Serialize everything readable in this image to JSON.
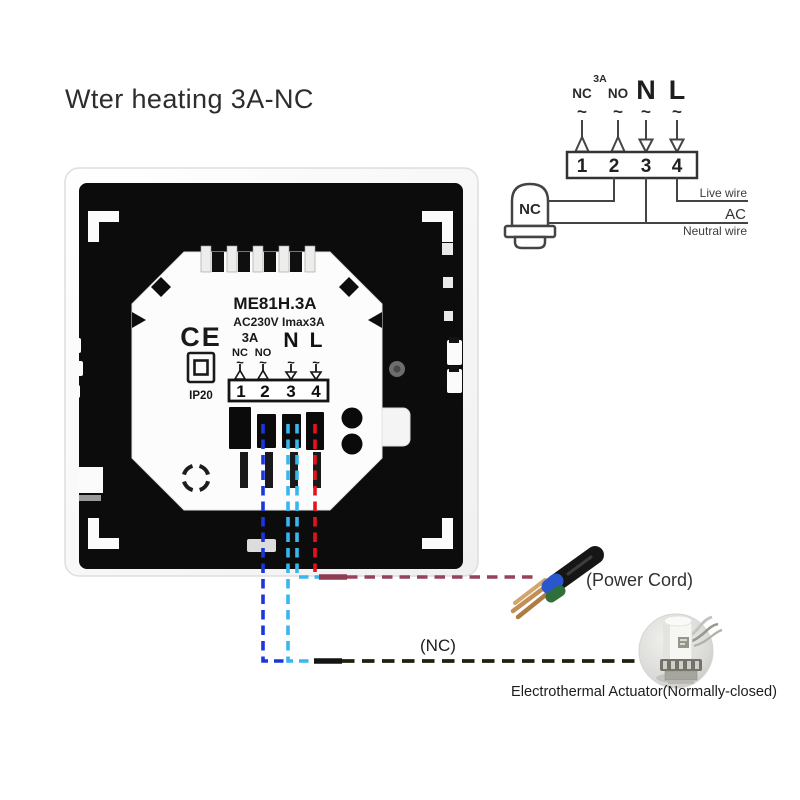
{
  "title": "Wter heating 3A-NC",
  "wiring_diagram": {
    "nc_label": "NC",
    "rating_label": "3A",
    "no_label": "NO",
    "n_label": "N",
    "l_label": "L",
    "tilde": "~",
    "terminals": [
      "1",
      "2",
      "3",
      "4"
    ],
    "valve_label": "NC",
    "live_wire": "Live wire",
    "ac": "AC",
    "neutral_wire": "Neutral wire"
  },
  "thermostat": {
    "model": "ME81H.3A",
    "spec": "AC230V Imax3A",
    "rating": "3A",
    "nc_label": "NC",
    "no_label": "NO",
    "n_label": "N",
    "l_label": "L",
    "tilde": "~",
    "terminals": [
      "1",
      "2",
      "3",
      "4"
    ],
    "ce_mark": "CE",
    "ip_rating": "IP20"
  },
  "annotations": {
    "power_cord": "(Power Cord)",
    "nc_wire": "(NC)",
    "actuator_caption": "Electrothermal Actuator(Normally-closed)"
  },
  "colors": {
    "wire_blue": "#1c36df",
    "wire_cyan": "#38b6ef",
    "wire_red": "#e3151b",
    "wire_power": "#97425c",
    "wire_actuator": "#20200e",
    "diagram_stroke": "#444444"
  }
}
